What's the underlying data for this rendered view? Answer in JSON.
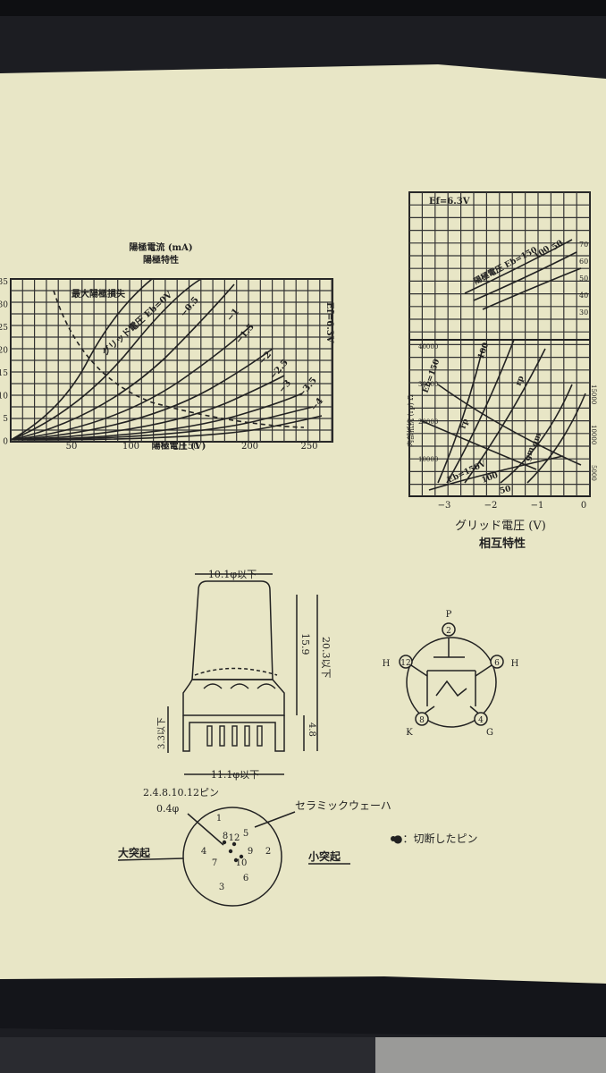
{
  "colors": {
    "paper": "#e8e6c6",
    "ink": "#222222",
    "background": "#1c1d22"
  },
  "left_chart": {
    "title": "陽極電流 (mA)",
    "subtitle": "陽極特性",
    "corner_label": "Ef=6.3V",
    "max_dissipation_label": "最大陽極損失",
    "grid_voltage_label": "グリッド電圧 Eb=0V",
    "xlabel": "陽極電圧 (V)",
    "curve_labels": [
      "−0.5",
      "−1",
      "−1.5",
      "−2",
      "−2.5",
      "−3",
      "−3.5",
      "−4"
    ],
    "y_ticks": [
      "35",
      "30",
      "25",
      "20",
      "15",
      "10",
      "5",
      "0"
    ],
    "x_ticks": [
      "50",
      "100",
      "150",
      "200",
      "250"
    ]
  },
  "right_chart": {
    "corner_label": "Ef=6.3V",
    "upper_label": "陽極電圧 Eb=150",
    "upper_values": [
      "100",
      "50"
    ],
    "right_axis_ticks": [
      "70",
      "60",
      "50",
      "40",
      "30"
    ],
    "left_axis_ticks": [
      "40000",
      "30000",
      "20000",
      "10000"
    ],
    "left_axis_label": "内部抵抗 (rp) Ω",
    "right_axis_low_ticks": [
      "15000",
      "10000",
      "5000"
    ],
    "curve_labels": [
      "Eb=150",
      "100",
      "rp",
      "rp",
      "gm",
      "gm",
      "Eb=150V",
      "100",
      "50"
    ],
    "x_ticks": [
      "−3",
      "−2",
      "−1",
      "0"
    ],
    "xlabel": "グリッド電圧 (V)",
    "caption": "相互特性"
  },
  "dimensions": {
    "top_width": "10.1φ以下",
    "body_height": "15.9",
    "total_height": "20.3以下",
    "lead_length": "3.3以下",
    "base_height": "4.8",
    "bottom_width": "11.1φ以下"
  },
  "schematic": {
    "pins": [
      "2",
      "12",
      "6",
      "8",
      "4"
    ],
    "pin_labels": [
      "P",
      "H",
      "H",
      "K",
      "G"
    ]
  },
  "base_view": {
    "pin_note": "2.4.8.10.12ピン",
    "pin_diameter": "0.4φ",
    "wafer_label": "セラミックウェーハ",
    "big_key_label": "大突起",
    "small_key_label": "小突起",
    "pin_numbers": [
      "1",
      "2",
      "3",
      "4",
      "5",
      "6",
      "7",
      "8",
      "9",
      "10",
      "12"
    ],
    "legend": "●：切断したピン"
  }
}
